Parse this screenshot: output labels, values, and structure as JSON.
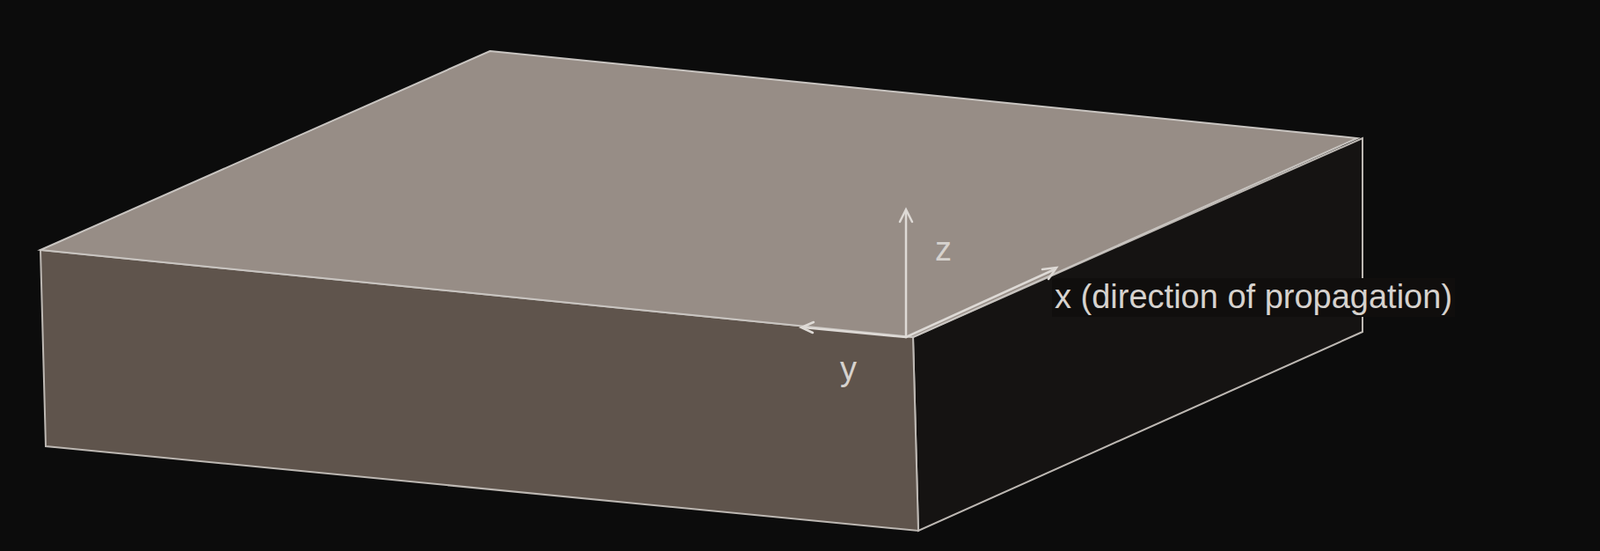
{
  "diagram": {
    "labels": [
      "z",
      "y",
      "x (direction of propagation)"
    ]
  }
}
